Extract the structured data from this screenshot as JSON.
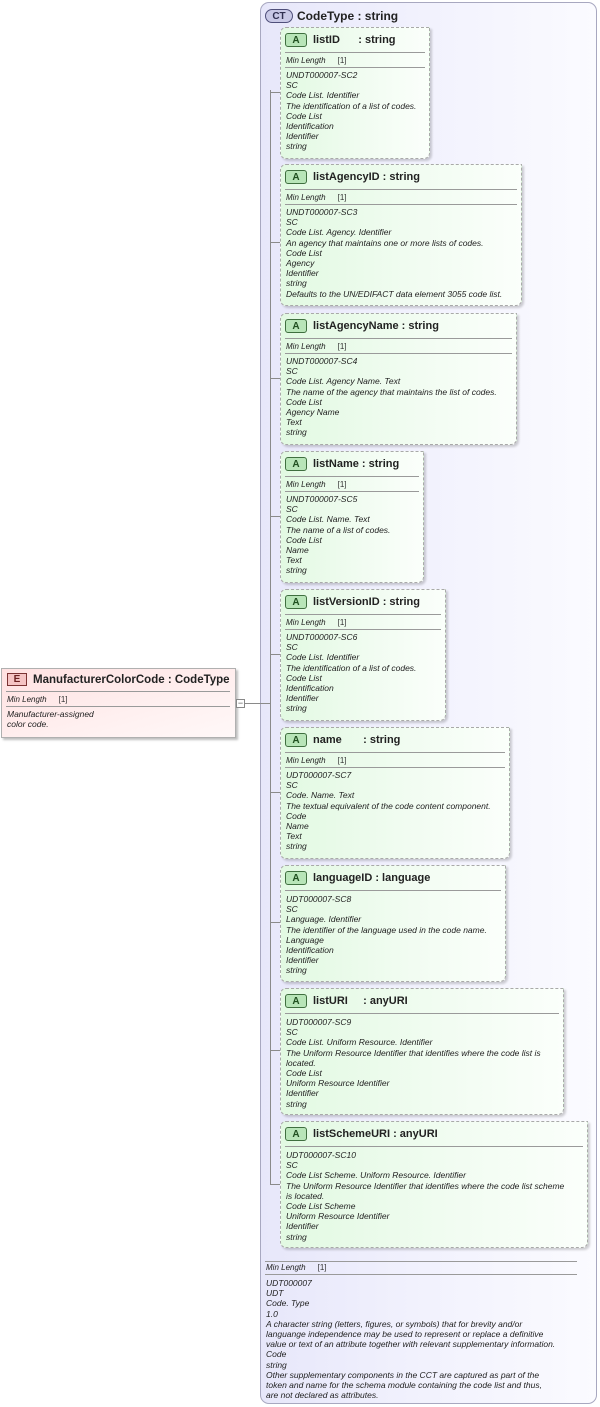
{
  "complex_type": {
    "badge": "CT",
    "title": "CodeType : string",
    "facet_label": "Min Length",
    "facet_value": "[1]",
    "documentation": [
      "UDT000007",
      "UDT",
      "Code. Type",
      "1.0",
      "A character string (letters, figures, or symbols) that for brevity and/or",
      "languange independence may be used to represent or replace a definitive",
      "value or text of an attribute together with relevant supplementary information.",
      "Code",
      "string",
      "Other supplementary components in the CCT are captured as part of the",
      "token and name for the schema module containing the code list and thus,",
      "are not declared as attributes."
    ]
  },
  "element": {
    "badge": "E",
    "title": "ManufacturerColorCode : CodeType",
    "facet_label": "Min Length",
    "facet_value": "[1]",
    "documentation": [
      "Manufacturer-assigned",
      "color code."
    ]
  },
  "attributes": [
    {
      "badge": "A",
      "title": "listID      : string",
      "facet_label": "Min Length",
      "facet_value": "[1]",
      "lines": [
        "UNDT000007-SC2",
        "SC",
        "Code List. Identifier",
        "The identification of a list of codes.",
        "Code List",
        "Identification",
        "Identifier",
        "string"
      ]
    },
    {
      "badge": "A",
      "title": "listAgencyID : string",
      "facet_label": "Min Length",
      "facet_value": "[1]",
      "lines": [
        "UNDT000007-SC3",
        "SC",
        "Code List. Agency. Identifier",
        "An agency that maintains one or more lists of codes.",
        "Code List",
        "Agency",
        "Identifier",
        "string",
        "Defaults to the UN/EDIFACT data element 3055 code list."
      ]
    },
    {
      "badge": "A",
      "title": "listAgencyName : string",
      "facet_label": "Min Length",
      "facet_value": "[1]",
      "lines": [
        "UNDT000007-SC4",
        "SC",
        "Code List. Agency Name. Text",
        "The name of the agency that maintains the list of codes.",
        "Code List",
        "Agency Name",
        "Text",
        "string"
      ]
    },
    {
      "badge": "A",
      "title": "listName : string",
      "facet_label": "Min Length",
      "facet_value": "[1]",
      "lines": [
        "UNDT000007-SC5",
        "SC",
        "Code List. Name. Text",
        "The name of a list of codes.",
        "Code List",
        "Name",
        "Text",
        "string"
      ]
    },
    {
      "badge": "A",
      "title": "listVersionID : string",
      "facet_label": "Min Length",
      "facet_value": "[1]",
      "lines": [
        "UNDT000007-SC6",
        "SC",
        "Code List. Identifier",
        "The identification of a list of codes.",
        "Code List",
        "Identification",
        "Identifier",
        "string"
      ]
    },
    {
      "badge": "A",
      "title": "name       : string",
      "facet_label": "Min Length",
      "facet_value": "[1]",
      "lines": [
        "UDT000007-SC7",
        "SC",
        "Code. Name. Text",
        "The textual equivalent of the code content component.",
        "Code",
        "Name",
        "Text",
        "string"
      ]
    },
    {
      "badge": "A",
      "title": "languageID : language",
      "lines": [
        "UDT000007-SC8",
        "SC",
        "Language. Identifier",
        "The identifier of the language used in the code name.",
        "Language",
        "Identification",
        "Identifier",
        "string"
      ]
    },
    {
      "badge": "A",
      "title": "listURI     : anyURI",
      "lines": [
        "UDT000007-SC9",
        "SC",
        "Code List. Uniform Resource. Identifier",
        "The Uniform Resource Identifier that identifies where the code list is",
        "located.",
        "Code List",
        "Uniform Resource Identifier",
        "Identifier",
        "string"
      ]
    },
    {
      "badge": "A",
      "title": "listSchemeURI : anyURI",
      "lines": [
        "UDT000007-SC10",
        "SC",
        "Code List Scheme. Uniform Resource. Identifier",
        "The Uniform Resource Identifier that identifies where the code list scheme",
        "is located.",
        "Code List Scheme",
        "Uniform Resource Identifier",
        "Identifier",
        "string"
      ]
    }
  ]
}
